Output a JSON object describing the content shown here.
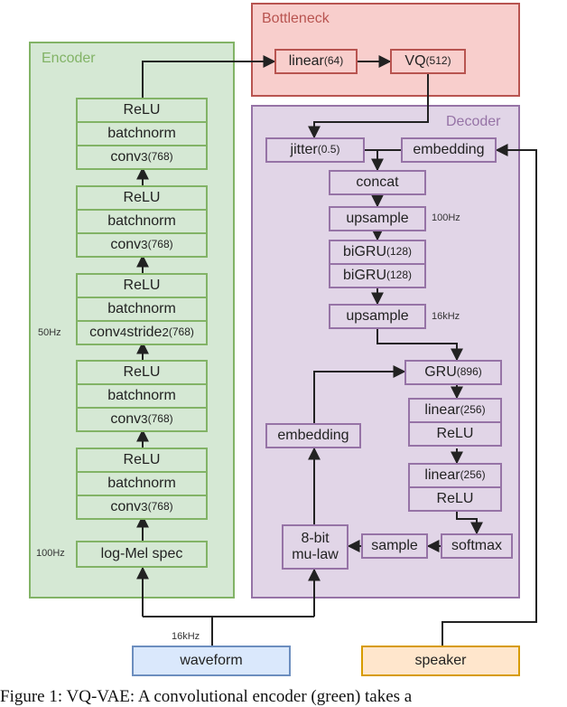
{
  "encoder": {
    "title": "Encoder",
    "relu": "ReLU",
    "batchnorm": "batchnorm",
    "conv_main": "conv",
    "conv_sub3": "3",
    "conv_sub4": "4",
    "stride_text": "stride",
    "stride_sub": "2",
    "channels": "(768)",
    "logmel": "log-Mel spec",
    "rate_100": "100Hz",
    "rate_50": "50Hz"
  },
  "bottleneck": {
    "title": "Bottleneck",
    "linear": "linear",
    "linear_size": "(64)",
    "vq": "VQ",
    "vq_size": "(512)"
  },
  "decoder": {
    "title": "Decoder",
    "jitter": "jitter",
    "jitter_val": "(0.5)",
    "embedding": "embedding",
    "concat": "concat",
    "upsample": "upsample",
    "rate_100": "100Hz",
    "rate_16k": "16kHz",
    "bigru": "biGRU",
    "bigru_size": "(128)",
    "gru": "GRU",
    "gru_size": "(896)",
    "linear": "linear",
    "linear_size": "(256)",
    "relu": "ReLU",
    "softmax": "softmax",
    "sample": "sample",
    "mulaw_line1": "8-bit",
    "mulaw_line2": "mu-law",
    "embedding2": "embedding"
  },
  "inputs": {
    "waveform": "waveform",
    "speaker": "speaker",
    "rate_16k": "16kHz"
  },
  "caption": "Figure 1: VQ-VAE: A convolutional encoder (green) takes a",
  "colors": {
    "green_fill": "#d5e8d4",
    "green_stroke": "#82b366",
    "purple_fill": "#e1d5e7",
    "purple_stroke": "#9673a6",
    "red_fill": "#f8cecc",
    "red_stroke": "#b85450",
    "blue_fill": "#dae8fc",
    "blue_stroke": "#6c8ebf",
    "orange_fill": "#ffe6cc",
    "orange_stroke": "#d79b00"
  }
}
